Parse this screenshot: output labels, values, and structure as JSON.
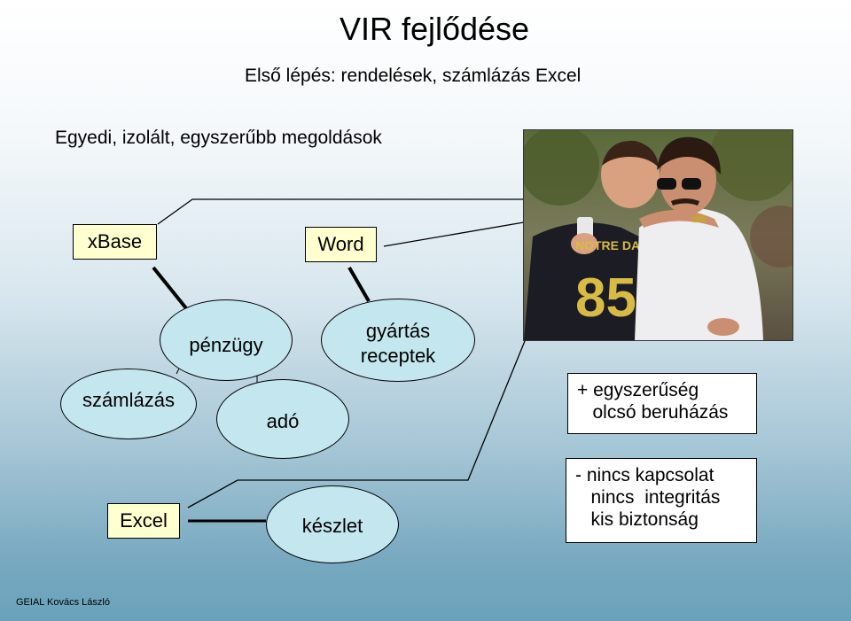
{
  "slide": {
    "title": "VIR fejlődése",
    "subtitle": "Első lépés: rendelések, számlázás Excel",
    "intro": "Egyedi, izolált, egyszerűbb megoldások",
    "footer": "GEIAL Kovács László"
  },
  "boxes": {
    "xbase": "xBase",
    "word": "Word",
    "excel": "Excel"
  },
  "ellipses": {
    "penzugy": "pénzügy",
    "gyartas_line1": "gyártás",
    "gyartas_line2": "receptek",
    "szamlazas": "számlázás",
    "ado": "adó",
    "keszlet": "készlet"
  },
  "notes": {
    "pros": "+ egyszerűség\n   olcsó beruházás",
    "cons": "- nincs kapcsolat\n   nincs  integritás\n   kis biztonság"
  },
  "photo": {
    "jersey_text": "NOTRE DAME",
    "jersey_number": "85"
  }
}
